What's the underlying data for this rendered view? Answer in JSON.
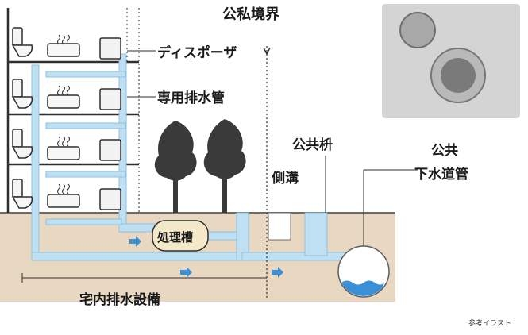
{
  "labels": {
    "boundary": "公私境界",
    "disposer": "ディスポーザ",
    "dedicated_drain": "専用排水管",
    "public_basin": "公共枡",
    "side_gutter": "側溝",
    "public_sewer_line1": "公共",
    "public_sewer_line2": "下水道管",
    "treatment_tank": "処理槽",
    "in_house_drain": "宅内排水設備",
    "reference": "参考イラスト"
  },
  "colors": {
    "ground": "#e9d8c1",
    "ground_line": "#6b6b6b",
    "building": "#2e2e2e",
    "pipe": "#bfe0f2",
    "pipe_edge": "#8cc2df",
    "arrow": "#3d8fd0",
    "water": "#3a8fd6",
    "tree": "#3a3a3a"
  },
  "icons": {
    "toilet": "toilet-icon",
    "bathtub": "bathtub-icon",
    "washer": "washing-machine-icon",
    "flow": "flow-arrow-icon",
    "tree": "tree-icon",
    "sink": "sink-drain-photo"
  }
}
